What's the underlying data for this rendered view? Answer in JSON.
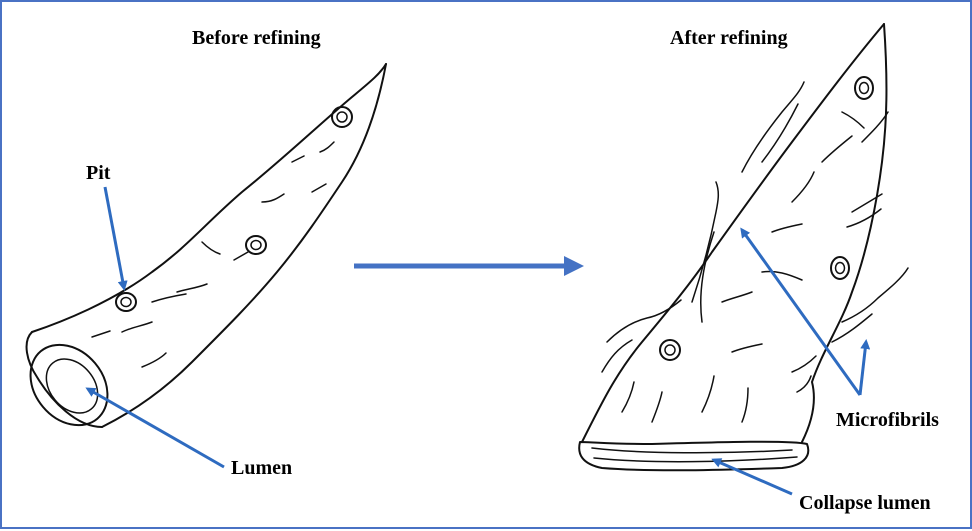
{
  "titles": {
    "before": "Before refining",
    "after": "After refining"
  },
  "labels": {
    "pit": "Pit",
    "lumen": "Lumen",
    "microfibrils": "Microfibrils",
    "collapse_lumen": "Collapse lumen"
  },
  "colors": {
    "frame": "#4a72c4",
    "pointer": "#2e6bc0",
    "main_arrow": "#4472c4",
    "ink": "#111111"
  }
}
